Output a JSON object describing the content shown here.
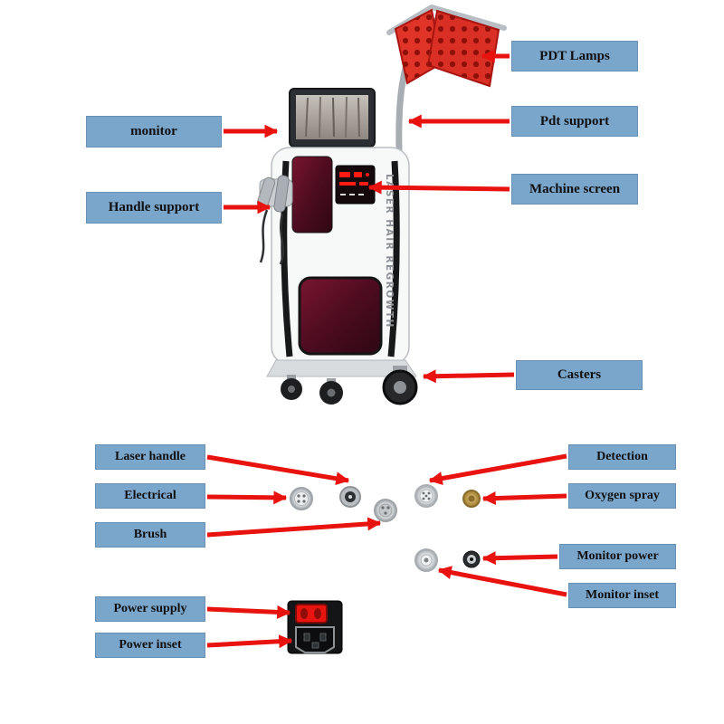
{
  "diagram": {
    "machine_vertical_text": "LASER HAIR REGROWTH",
    "labels": {
      "pdt_lamps": "PDT Lamps",
      "monitor": "monitor",
      "pdt_support": "Pdt support",
      "machine_screen": "Machine screen",
      "handle_support": "Handle support",
      "casters": "Casters",
      "laser_handle": "Laser handle",
      "electrical": "Electrical",
      "brush": "Brush",
      "detection": "Detection",
      "oxygen_spray": "Oxygen spray",
      "monitor_power": "Monitor power",
      "monitor_inset": "Monitor inset",
      "power_supply": "Power supply",
      "power_inset": "Power inset"
    },
    "colors": {
      "label_bg": "#7ba6cb",
      "label_border": "#6792b6",
      "arrow_red": "#e8120e",
      "panel_maroon": "#4d0c1f",
      "lamp_red": "#e03428"
    }
  }
}
